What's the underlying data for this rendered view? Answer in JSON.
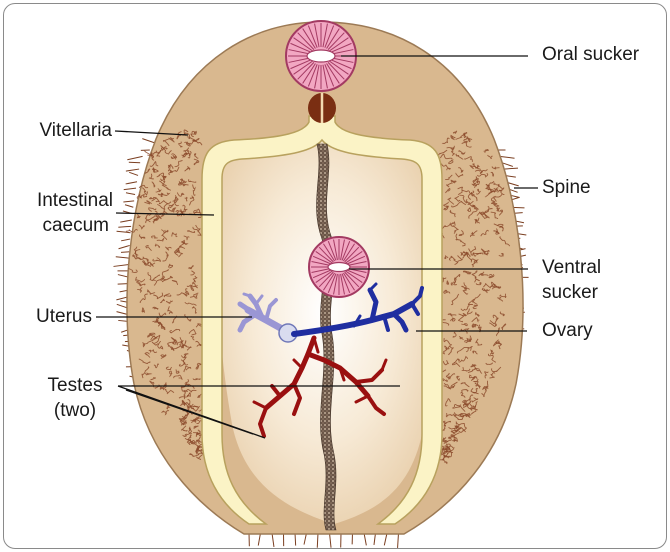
{
  "labels": {
    "oral_sucker": "Oral sucker",
    "vitellaria": "Vitellaria",
    "spine": "Spine",
    "intestinal_caecum_line1": "Intestinal",
    "intestinal_caecum_line2": "caecum",
    "ventral_sucker_line1": "Ventral",
    "ventral_sucker_line2": "sucker",
    "uterus": "Uterus",
    "ovary": "Ovary",
    "testes_line1": "Testes",
    "testes_line2": "(two)"
  },
  "colors": {
    "body_outer": "#d9b88f",
    "body_inner": "#f3e4cc",
    "vitelline_texture": "#8b4a2b",
    "caecum": "#fbf3c6",
    "caecum_outline": "#b8a15e",
    "sucker_fill": "#f2a7c2",
    "sucker_rays": "#a33a62",
    "pharynx": "#7a2e12",
    "gut_center": "#4a3a30",
    "uterus": "#9a96d4",
    "ovary": "#1f2ea0",
    "testes": "#9a1010",
    "leader": "#111111"
  }
}
